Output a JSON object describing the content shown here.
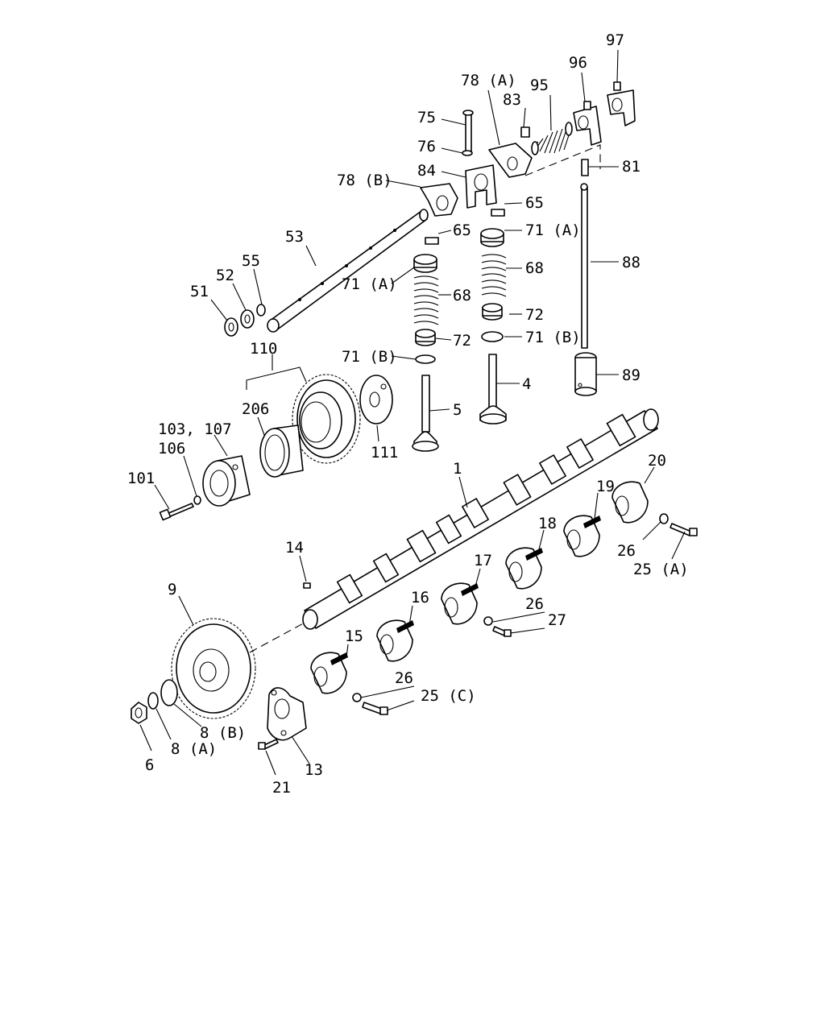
{
  "labels": {
    "l1": "1",
    "l4": "4",
    "l5": "5",
    "l6": "6",
    "l8a": "8 (A)",
    "l8b": "8 (B)",
    "l9": "9",
    "l13": "13",
    "l14": "14",
    "l15": "15",
    "l16": "16",
    "l17": "17",
    "l18": "18",
    "l19": "19",
    "l20": "20",
    "l21": "21",
    "l25a": "25 (A)",
    "l25c": "25 (C)",
    "l26a": "26",
    "l26b": "26",
    "l26c": "26",
    "l27": "27",
    "l51": "51",
    "l52": "52",
    "l53": "53",
    "l55": "55",
    "l65a": "65",
    "l65b": "65",
    "l68a": "68",
    "l68b": "68",
    "l71a1": "71 (A)",
    "l71a2": "71 (A)",
    "l71b1": "71 (B)",
    "l71b2": "71 (B)",
    "l72a": "72",
    "l72b": "72",
    "l75": "75",
    "l76": "76",
    "l78a": "78 (A)",
    "l78b": "78 (B)",
    "l81": "81",
    "l83": "83",
    "l84": "84",
    "l88": "88",
    "l89": "89",
    "l95": "95",
    "l96": "96",
    "l97": "97",
    "l101": "101",
    "l103": "103, 107",
    "l106": "106",
    "l110": "110",
    "l111": "111",
    "l206": "206"
  }
}
